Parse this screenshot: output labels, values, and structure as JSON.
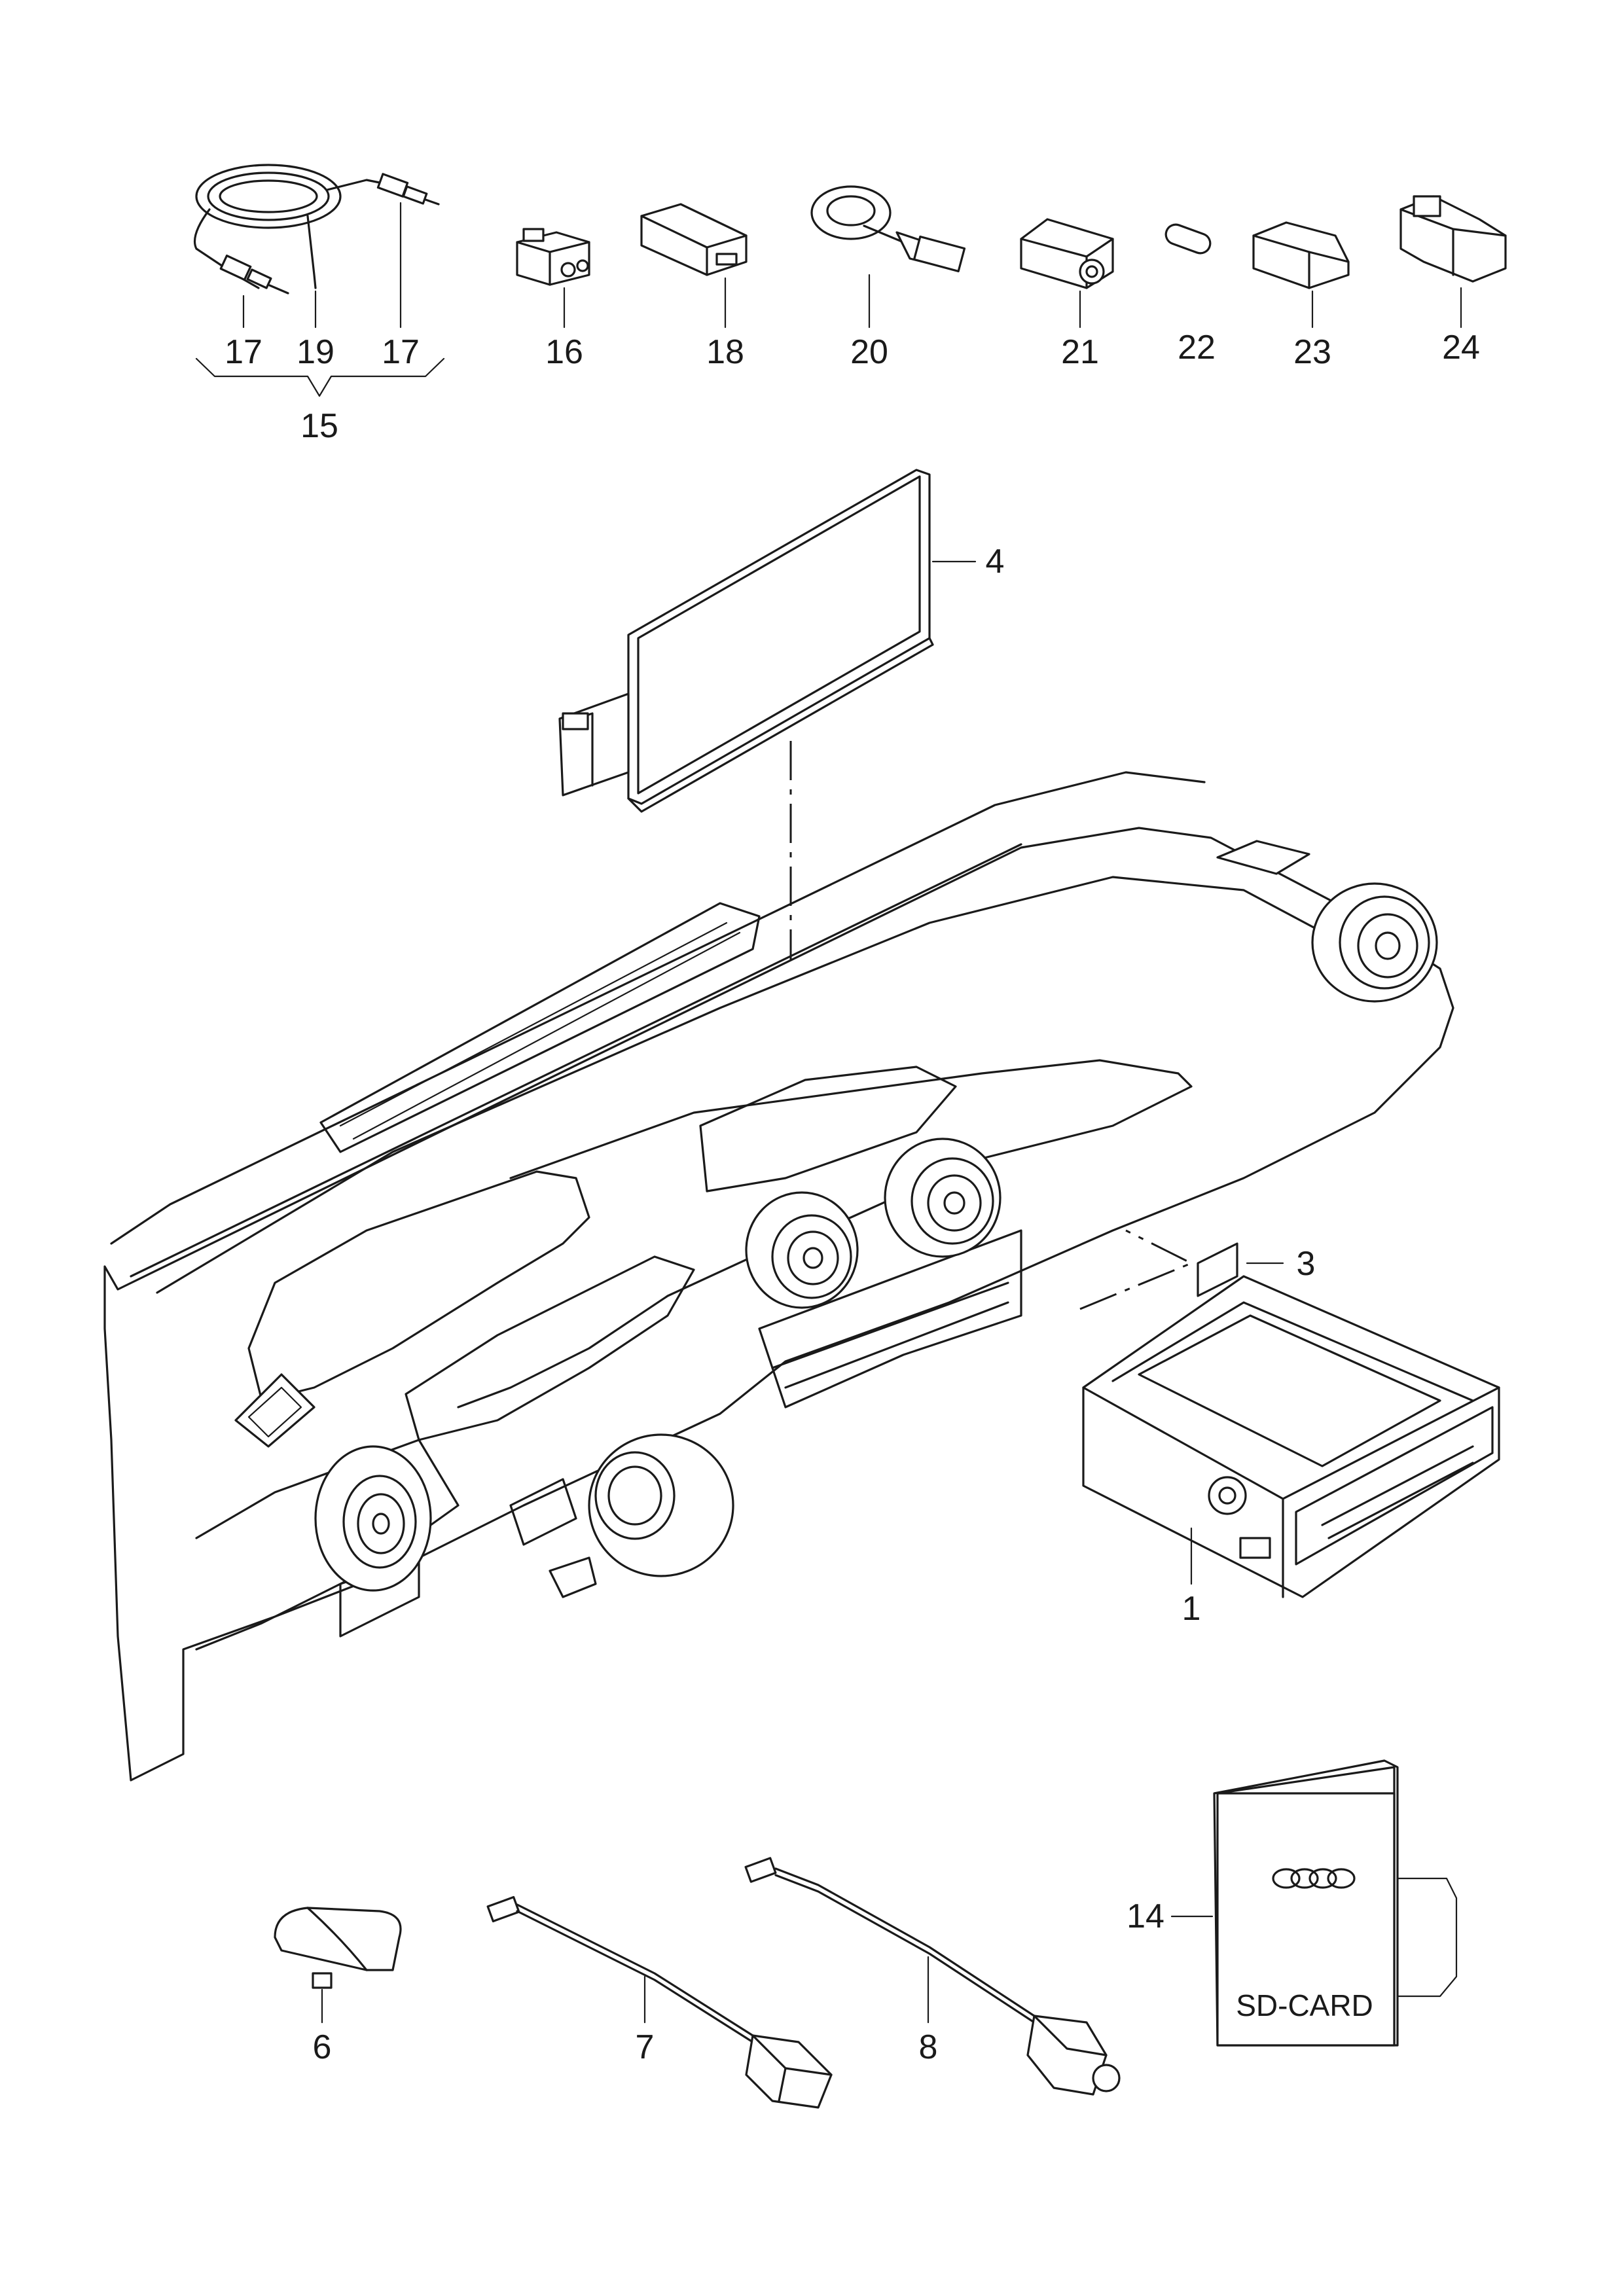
{
  "labels": {
    "p1": "1",
    "p3": "3",
    "p4": "4",
    "p6": "6",
    "p7": "7",
    "p8": "8",
    "p14": "14",
    "p15": "15",
    "p16": "16",
    "p17a": "17",
    "p17b": "17",
    "p18": "18",
    "p19": "19",
    "p20": "20",
    "p21": "21",
    "p22": "22",
    "p23": "23",
    "p24": "24"
  },
  "sd_card": {
    "text": "SD-CARD"
  }
}
